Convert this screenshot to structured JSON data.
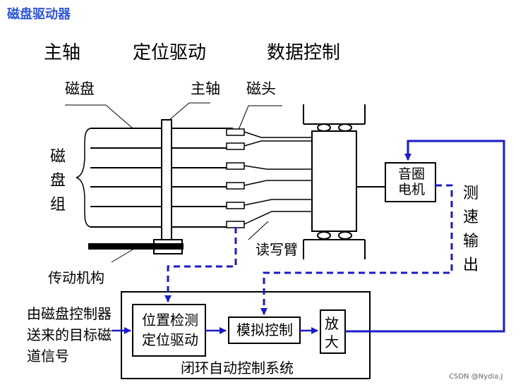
{
  "header": {
    "title": "磁盘驱动器"
  },
  "topics": [
    "主轴",
    "定位驱动",
    "数据控制"
  ],
  "labels": {
    "disk": "磁盘",
    "spindle": "主轴",
    "head": "磁头",
    "disk_group": "磁盘组",
    "voice_coil_motor": "音圈电机",
    "speed_measure": "测速输出",
    "read_write_arm": "读写臂",
    "transmission": "传动机构",
    "input_signal": "由磁盘控制器送来的目标磁道信号",
    "position_detect": "位置检测定位驱动",
    "analog_control": "模拟控制",
    "amplifier": "放大",
    "closed_loop": "闭环自动控制系统"
  },
  "watermark": "CSDN @Nydia.J",
  "colors": {
    "accent": "#2F55D4",
    "line": "#000000"
  }
}
